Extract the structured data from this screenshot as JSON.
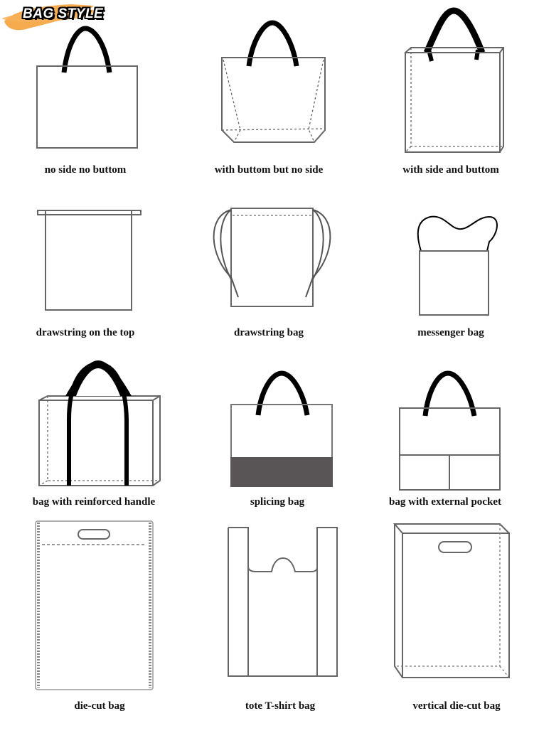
{
  "header": {
    "title": "BAG STYLE",
    "brush_color": "#f5a23c"
  },
  "colors": {
    "outline": "#666666",
    "handle": "#000000",
    "splice_fill": "#595556"
  },
  "bags": [
    {
      "label": "no side no buttom"
    },
    {
      "label": "with buttom but no side"
    },
    {
      "label": "with side and buttom"
    },
    {
      "label": "drawstring on the top"
    },
    {
      "label": "drawstring bag"
    },
    {
      "label": "messenger bag"
    },
    {
      "label": "bag with reinforced handle"
    },
    {
      "label": "splicing bag"
    },
    {
      "label": "bag with external pocket"
    },
    {
      "label": "die-cut bag"
    },
    {
      "label": "tote T-shirt bag"
    },
    {
      "label": "vertical die-cut bag"
    }
  ]
}
